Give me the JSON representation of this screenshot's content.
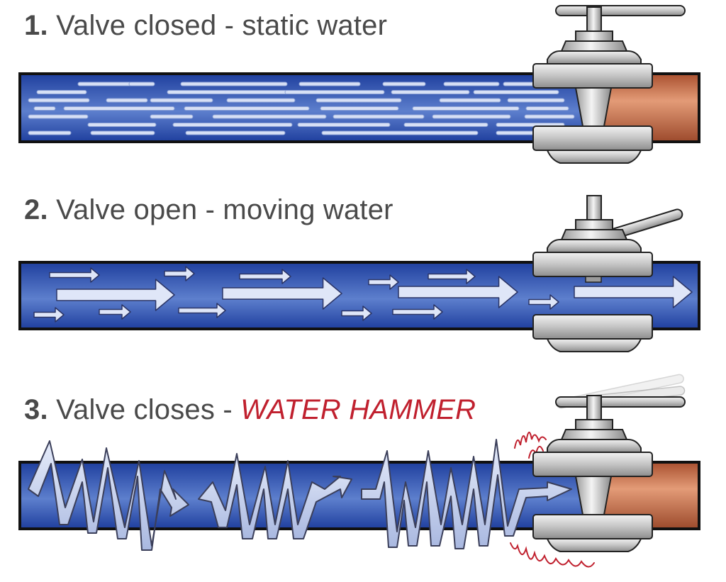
{
  "panels": [
    {
      "number": "1.",
      "text": "Valve closed - static water",
      "highlight": ""
    },
    {
      "number": "2.",
      "text": "Valve open - moving water",
      "highlight": ""
    },
    {
      "number": "3.",
      "text": "Valve closes - ",
      "highlight": "WATER HAMMER"
    }
  ],
  "colors": {
    "water_dark": "#1f3f9e",
    "water_light": "#c9d6f2",
    "copper": "#c46a45",
    "valve": "#c8c8c8",
    "accent": "#c0202e",
    "text": "#4a4a4a"
  },
  "icons": [
    "valve-icon",
    "flow-arrow-icon",
    "shock-wave-icon",
    "vibration-icon"
  ]
}
